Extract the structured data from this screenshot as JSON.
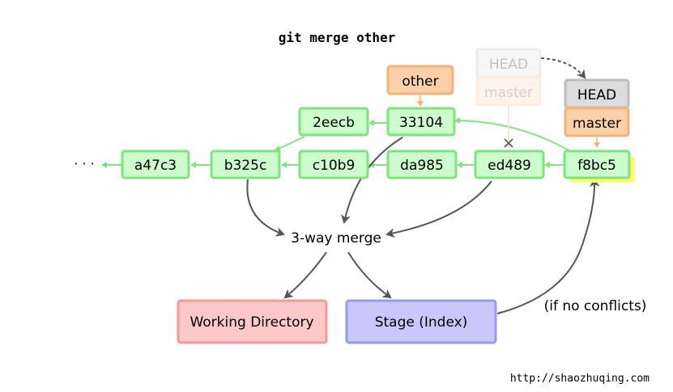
{
  "command": "git merge other",
  "ellipsis": "· · ·",
  "commits": {
    "a47c3": "a47c3",
    "b325c": "b325c",
    "c10b9": "c10b9",
    "da985": "da985",
    "ed489": "ed489",
    "f8bc5": "f8bc5",
    "2eecb": "2eecb",
    "33104": "33104"
  },
  "refs": {
    "other": "other",
    "head_old": "HEAD",
    "master_old": "master",
    "head": "HEAD",
    "master": "master"
  },
  "merge_label": "3-way merge",
  "working_directory": "Working Directory",
  "stage": "Stage (Index)",
  "if_no_conflicts": "(if no conflicts)",
  "url": "http://shaozhuqing.com",
  "colors": {
    "commit_fill": "#cdfccd",
    "commit_stroke": "#7fe37f",
    "ref_fill": "#fcd0a8",
    "ref_stroke": "#f4b27a",
    "head_fill": "#dcdcdc",
    "head_stroke": "#bdbdbd",
    "working_fill": "#fcc8c8",
    "working_stroke": "#f39a9a",
    "stage_fill": "#c8c8fc",
    "stage_stroke": "#9a9af3",
    "highlight": "#ffff70"
  }
}
